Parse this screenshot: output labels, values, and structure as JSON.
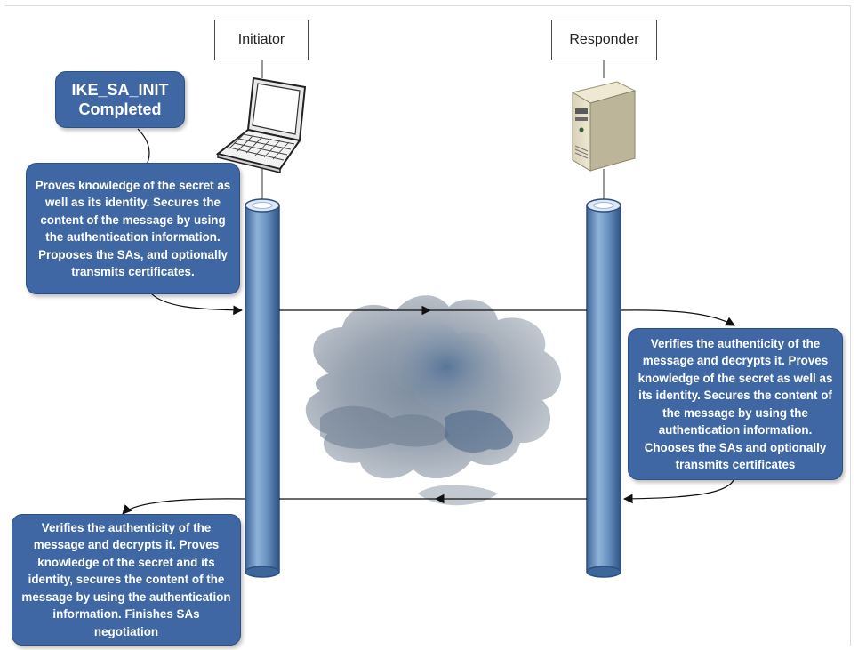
{
  "diagram": {
    "initiator_label": "Initiator",
    "responder_label": "Responder"
  },
  "callouts": {
    "ike_sa_init": "IKE_SA_INIT Completed",
    "initiator_auth": "Proves knowledge of the secret as well as its identity. Secures the content of the message by using the authentication information. Proposes the SAs, and optionally transmits certificates.",
    "responder_verify": "Verifies the authenticity of the message and decrypts it. Proves knowledge of the secret as well as its identity. Secures the content of the message by using the authentication information. Chooses the SAs and optionally transmits certificates",
    "initiator_verify": "Verifies the authenticity of the message and decrypts it. Proves knowledge of the secret and its identity, secures the content of the message by using the authentication information. Finishes SAs negotiation"
  },
  "colors": {
    "callout_fill": "#3f67a3",
    "pipe_fill": "#6f97c6",
    "cloud_fill": "#9aa6b2"
  },
  "icons": {
    "initiator": "laptop-icon",
    "responder": "server-tower-icon",
    "network": "cloud-icon"
  }
}
